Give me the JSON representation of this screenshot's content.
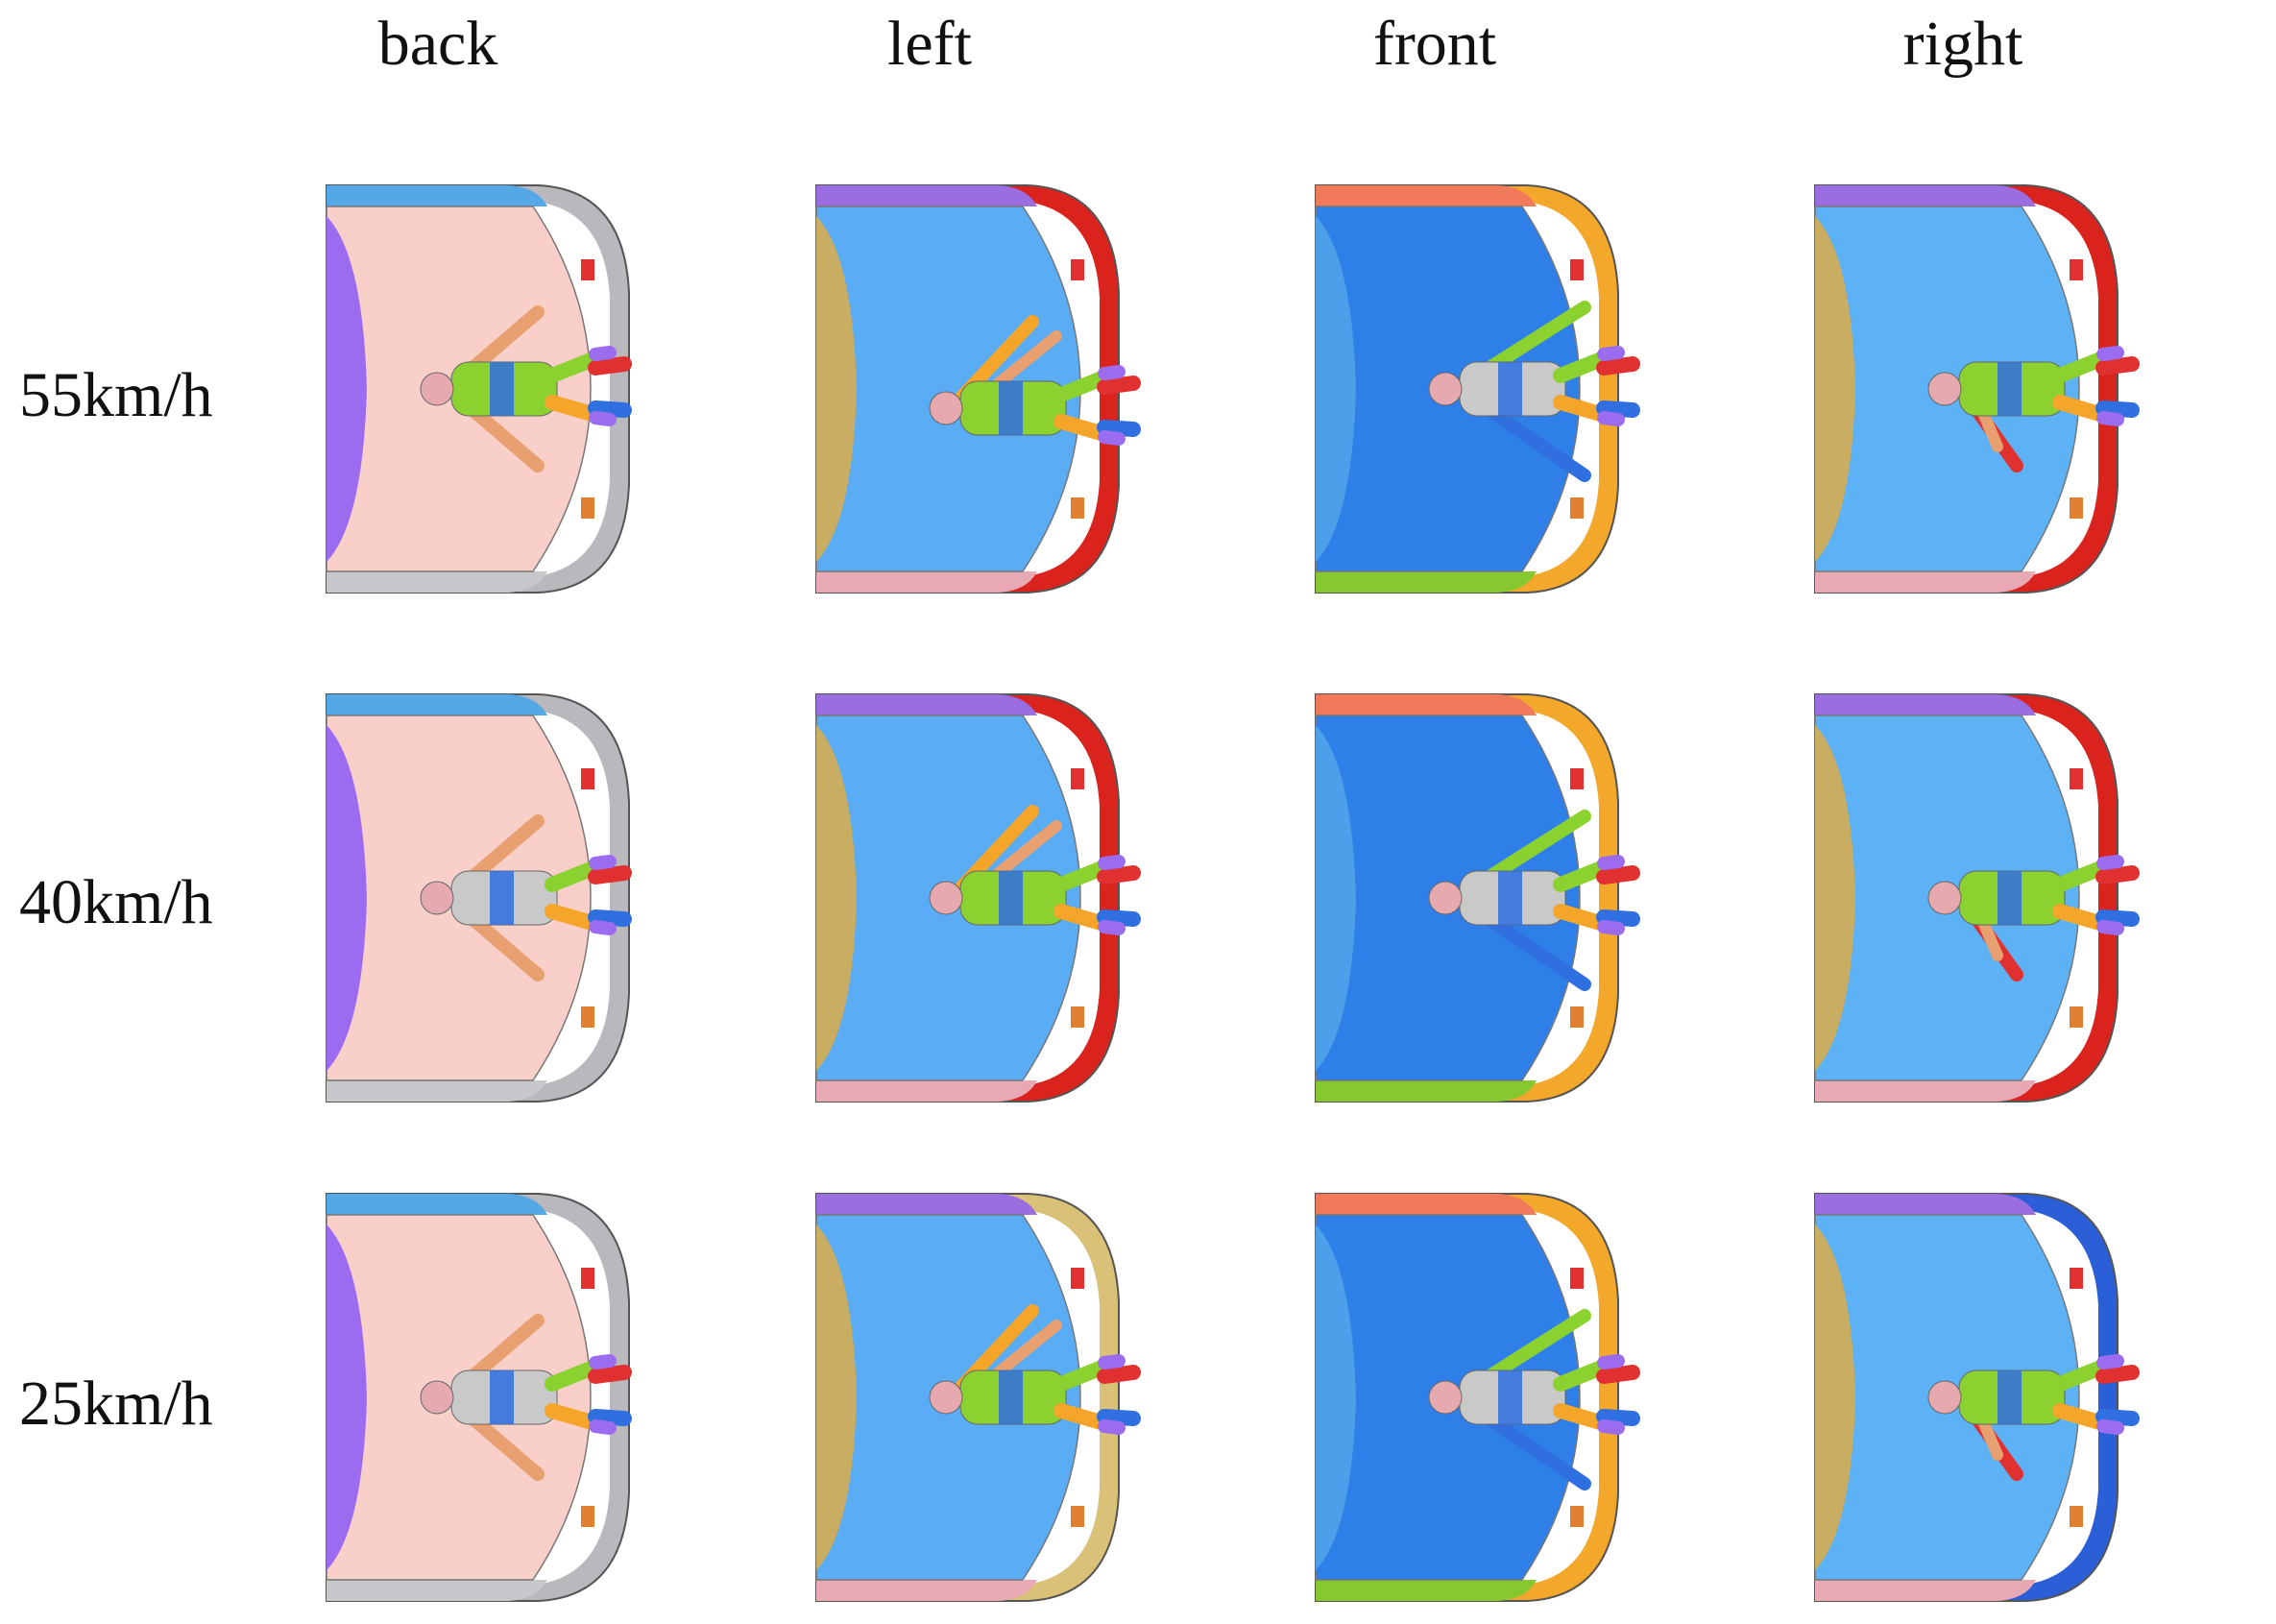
{
  "figure": {
    "columns": [
      {
        "label": "back"
      },
      {
        "label": "left"
      },
      {
        "label": "front"
      },
      {
        "label": "right"
      }
    ],
    "rows": [
      {
        "label": "55km/h"
      },
      {
        "label": "40km/h"
      },
      {
        "label": "25km/h"
      }
    ]
  },
  "colors": {
    "back": {
      "glass": "#f9cfca",
      "hood": "#9b6cf0",
      "roof": "#54a8e6",
      "frame": "#b9b9bd",
      "sill": "#c8c8cc"
    },
    "left": {
      "glass": "#5aacf4",
      "hood": "#c9ad62",
      "roof": "#9a6ee0",
      "frame": "#d9231c",
      "sill": "#e9a9b4"
    },
    "front": {
      "glass": "#2f7fe8",
      "hood": "#4d9fea",
      "roof": "#f07a59",
      "frame": "#f4a82b",
      "sill": "#86c82f"
    },
    "right": {
      "glass": "#5cb2f4",
      "hood": "#c9ad62",
      "roof": "#9a6ee0",
      "frame": "#d9231c",
      "sill": "#e9a9b4"
    },
    "right_25": {
      "frame": "#2a5fd8"
    },
    "left_25": {
      "frame": "#d9c278"
    },
    "body": {
      "torso_a": "#8bd12f",
      "torso_b": "#c9c9c9",
      "limb_a": "#8bd12f",
      "limb_b": "#e8a070",
      "band_red": "#e03030",
      "band_blue": "#2f6fe0",
      "band_orange": "#f4a52a",
      "band_purple": "#9b6cf0",
      "head": "#e6a9b0"
    }
  }
}
